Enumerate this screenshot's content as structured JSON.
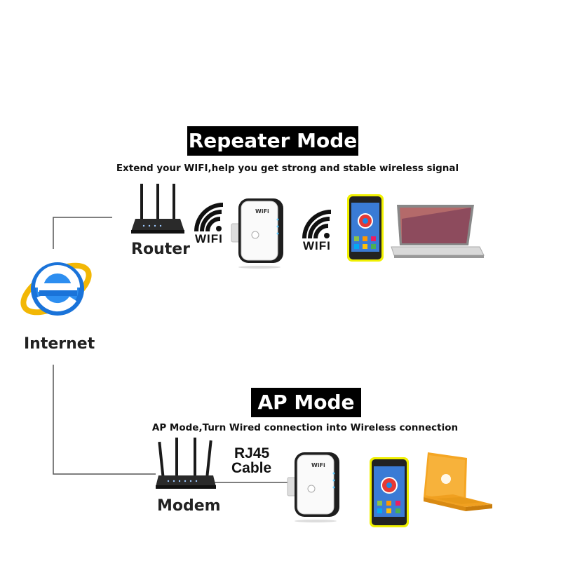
{
  "repeater": {
    "title": "Repeater Mode",
    "subtitle": "Extend your WIFI,help you get strong and stable wireless signal",
    "router_label": "Router",
    "wifi_label_1": "WIFI",
    "wifi_label_2": "WIFI"
  },
  "ap": {
    "title": "AP Mode",
    "subtitle": "AP Mode,Turn Wired connection into Wireless connection",
    "cable_label_1": "RJ45",
    "cable_label_2": "Cable",
    "modem_label": "Modem"
  },
  "internet": {
    "label": "Internet",
    "icon": "internet-explorer-icon"
  },
  "extender_logo_text": "WiFi",
  "colors": {
    "ie_blue": "#1a73d9",
    "ie_ring": "#f2b705",
    "phone_frame": "#e6e600",
    "laptop_orange": "#f5a623"
  }
}
